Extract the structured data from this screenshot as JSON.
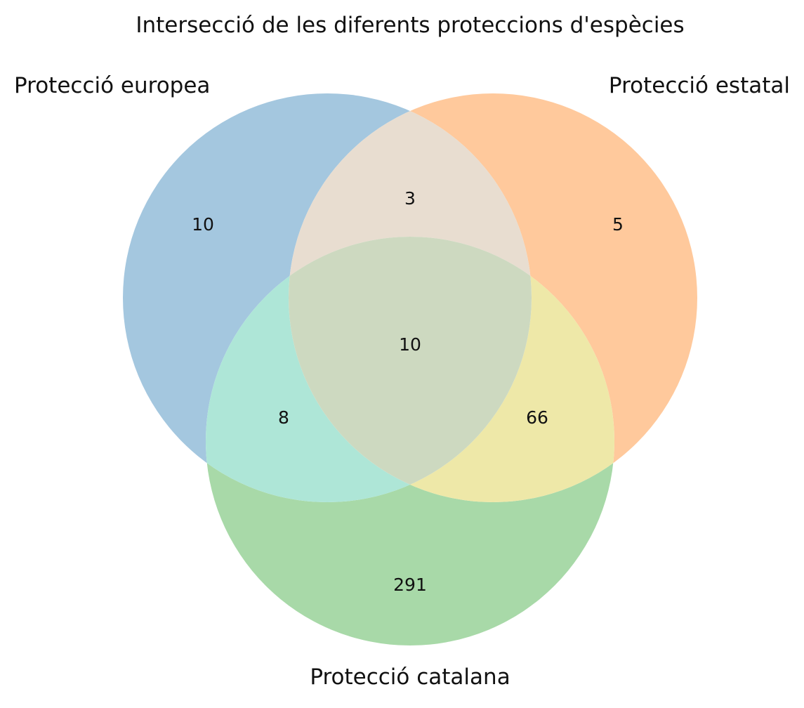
{
  "title": "Intersecció de les diferents proteccions d'espècies",
  "sets": [
    {
      "key": "A",
      "name": "Protecció europea",
      "color": "#a4c7df"
    },
    {
      "key": "B",
      "name": "Protecció estatal",
      "color": "#ffc99c"
    },
    {
      "key": "C",
      "name": "Protecció catalana",
      "color": "#a8d9a8"
    }
  ],
  "regions": {
    "A_only": {
      "value": "10",
      "color": "#a4c7df"
    },
    "B_only": {
      "value": "5",
      "color": "#ffc99c"
    },
    "C_only": {
      "value": "291",
      "color": "#a8d9a8"
    },
    "AB": {
      "value": "3",
      "color": "#e8ddd0"
    },
    "AC": {
      "value": "8",
      "color": "#aee6d7"
    },
    "BC": {
      "value": "66",
      "color": "#eee8a8"
    },
    "ABC": {
      "value": "10",
      "color": "#cdd9c0"
    }
  }
}
